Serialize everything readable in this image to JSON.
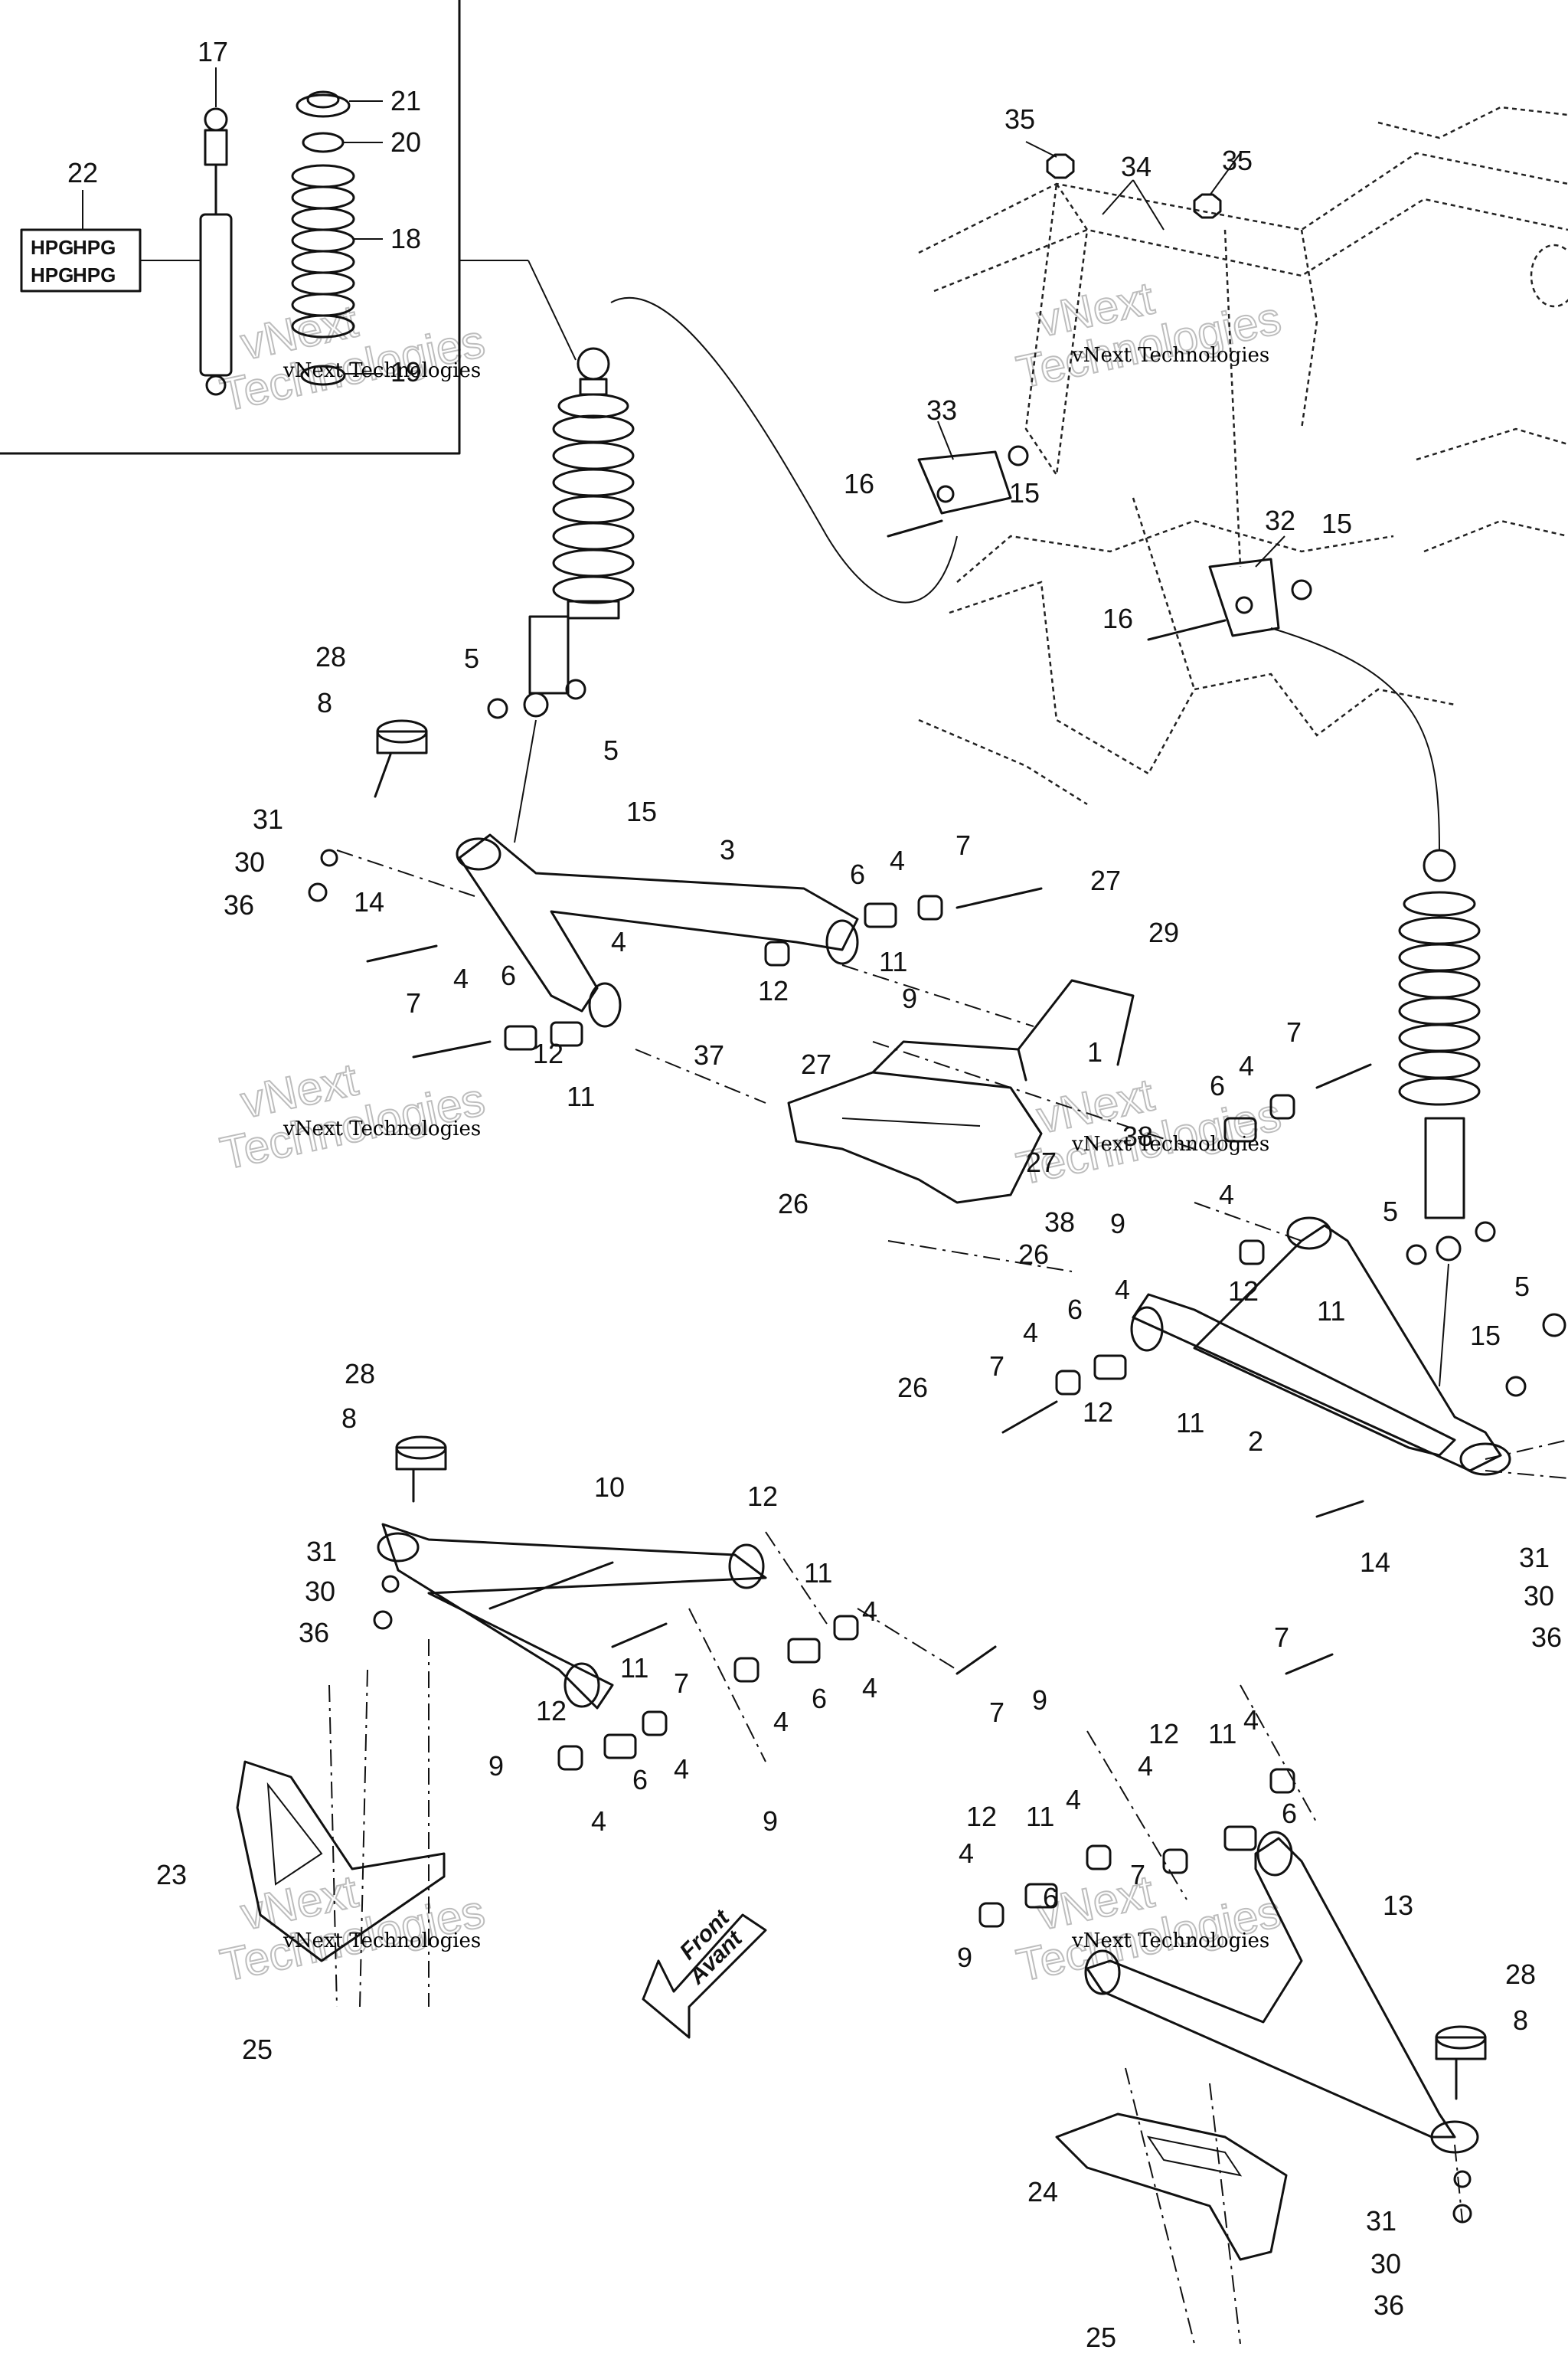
{
  "watermark": {
    "company": "vNext Technologies",
    "big_line1": "vNext",
    "big_line2": "Technologies"
  },
  "inset": {
    "badge_text": "HPG"
  },
  "direction_arrow": {
    "line1": "Front",
    "line2": "Avant"
  },
  "callouts": [
    {
      "id": "c17",
      "text": "17"
    },
    {
      "id": "c21",
      "text": "21"
    },
    {
      "id": "c20",
      "text": "20"
    },
    {
      "id": "c22",
      "text": "22"
    },
    {
      "id": "c18",
      "text": "18"
    },
    {
      "id": "c19",
      "text": "19"
    },
    {
      "id": "c35a",
      "text": "35"
    },
    {
      "id": "c34",
      "text": "34"
    },
    {
      "id": "c35b",
      "text": "35"
    },
    {
      "id": "c33",
      "text": "33"
    },
    {
      "id": "c16a",
      "text": "16"
    },
    {
      "id": "c15a",
      "text": "15"
    },
    {
      "id": "c32",
      "text": "32"
    },
    {
      "id": "c15b",
      "text": "15"
    },
    {
      "id": "c16b",
      "text": "16"
    },
    {
      "id": "c28a",
      "text": "28"
    },
    {
      "id": "c5a",
      "text": "5"
    },
    {
      "id": "c8a",
      "text": "8"
    },
    {
      "id": "c5b",
      "text": "5"
    },
    {
      "id": "c15c",
      "text": "15"
    },
    {
      "id": "c3",
      "text": "3"
    },
    {
      "id": "c31a",
      "text": "31"
    },
    {
      "id": "c30a",
      "text": "30"
    },
    {
      "id": "c36a",
      "text": "36"
    },
    {
      "id": "c14a",
      "text": "14"
    },
    {
      "id": "c6a",
      "text": "6"
    },
    {
      "id": "c4a",
      "text": "4"
    },
    {
      "id": "c7a",
      "text": "7"
    },
    {
      "id": "c27a",
      "text": "27"
    },
    {
      "id": "c4b",
      "text": "4"
    },
    {
      "id": "c11a",
      "text": "11"
    },
    {
      "id": "c12a",
      "text": "12"
    },
    {
      "id": "c29",
      "text": "29"
    },
    {
      "id": "c7b",
      "text": "7"
    },
    {
      "id": "c4c",
      "text": "4"
    },
    {
      "id": "c6b",
      "text": "6"
    },
    {
      "id": "c9a",
      "text": "9"
    },
    {
      "id": "c1",
      "text": "1"
    },
    {
      "id": "c12b",
      "text": "12"
    },
    {
      "id": "c11b",
      "text": "11"
    },
    {
      "id": "c37",
      "text": "37"
    },
    {
      "id": "c27b",
      "text": "27"
    },
    {
      "id": "c7c",
      "text": "7"
    },
    {
      "id": "c6c",
      "text": "6"
    },
    {
      "id": "c4d",
      "text": "4"
    },
    {
      "id": "c38a",
      "text": "38"
    },
    {
      "id": "c27c",
      "text": "27"
    },
    {
      "id": "c26a",
      "text": "26"
    },
    {
      "id": "c9b",
      "text": "9"
    },
    {
      "id": "c38b",
      "text": "38"
    },
    {
      "id": "c4e",
      "text": "4"
    },
    {
      "id": "c5c",
      "text": "5"
    },
    {
      "id": "c26b",
      "text": "26"
    },
    {
      "id": "c12c",
      "text": "12"
    },
    {
      "id": "c11c",
      "text": "11"
    },
    {
      "id": "c5d",
      "text": "5"
    },
    {
      "id": "c4f",
      "text": "4"
    },
    {
      "id": "c6d",
      "text": "6"
    },
    {
      "id": "c4g",
      "text": "4"
    },
    {
      "id": "c15d",
      "text": "15"
    },
    {
      "id": "c7d",
      "text": "7"
    },
    {
      "id": "c26c",
      "text": "26"
    },
    {
      "id": "c12d",
      "text": "12"
    },
    {
      "id": "c11d",
      "text": "11"
    },
    {
      "id": "c2",
      "text": "2"
    },
    {
      "id": "c14b",
      "text": "14"
    },
    {
      "id": "c28b",
      "text": "28"
    },
    {
      "id": "c8b",
      "text": "8"
    },
    {
      "id": "c10",
      "text": "10"
    },
    {
      "id": "c12e",
      "text": "12"
    },
    {
      "id": "c11e",
      "text": "11"
    },
    {
      "id": "c31b",
      "text": "31"
    },
    {
      "id": "c30b",
      "text": "30"
    },
    {
      "id": "c36b",
      "text": "36"
    },
    {
      "id": "c4h",
      "text": "4"
    },
    {
      "id": "c6e",
      "text": "6"
    },
    {
      "id": "c4i",
      "text": "4"
    },
    {
      "id": "c11f",
      "text": "11"
    },
    {
      "id": "c7e",
      "text": "7"
    },
    {
      "id": "c12f",
      "text": "12"
    },
    {
      "id": "c9c",
      "text": "9"
    },
    {
      "id": "c4j",
      "text": "4"
    },
    {
      "id": "c6f",
      "text": "6"
    },
    {
      "id": "c4k",
      "text": "4"
    },
    {
      "id": "c7f",
      "text": "7"
    },
    {
      "id": "c4l",
      "text": "4"
    },
    {
      "id": "c9d",
      "text": "9"
    },
    {
      "id": "c7g",
      "text": "7"
    },
    {
      "id": "c9e",
      "text": "9"
    },
    {
      "id": "c12g",
      "text": "12"
    },
    {
      "id": "c11g",
      "text": "11"
    },
    {
      "id": "c4m",
      "text": "4"
    },
    {
      "id": "c4n",
      "text": "4"
    },
    {
      "id": "c6g",
      "text": "6"
    },
    {
      "id": "c23",
      "text": "23"
    },
    {
      "id": "c12h",
      "text": "12"
    },
    {
      "id": "c11h",
      "text": "11"
    },
    {
      "id": "c4o",
      "text": "4"
    },
    {
      "id": "c4p",
      "text": "4"
    },
    {
      "id": "c6h",
      "text": "6"
    },
    {
      "id": "c7h",
      "text": "7"
    },
    {
      "id": "c9f",
      "text": "9"
    },
    {
      "id": "c13",
      "text": "13"
    },
    {
      "id": "c28c",
      "text": "28"
    },
    {
      "id": "c8c",
      "text": "8"
    },
    {
      "id": "c25a",
      "text": "25"
    },
    {
      "id": "c24",
      "text": "24"
    },
    {
      "id": "c31c",
      "text": "31"
    },
    {
      "id": "c30c",
      "text": "30"
    },
    {
      "id": "c36c",
      "text": "36"
    },
    {
      "id": "c25b",
      "text": "25"
    },
    {
      "id": "c31d",
      "text": "31"
    },
    {
      "id": "c30d",
      "text": "30"
    },
    {
      "id": "c36d",
      "text": "36"
    }
  ]
}
